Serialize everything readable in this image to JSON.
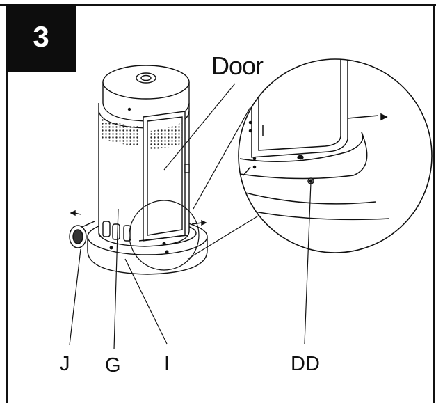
{
  "step": {
    "number": "3"
  },
  "callouts": {
    "door": "Door",
    "j": "J",
    "g": "G",
    "i": "I",
    "dd": "DD"
  }
}
